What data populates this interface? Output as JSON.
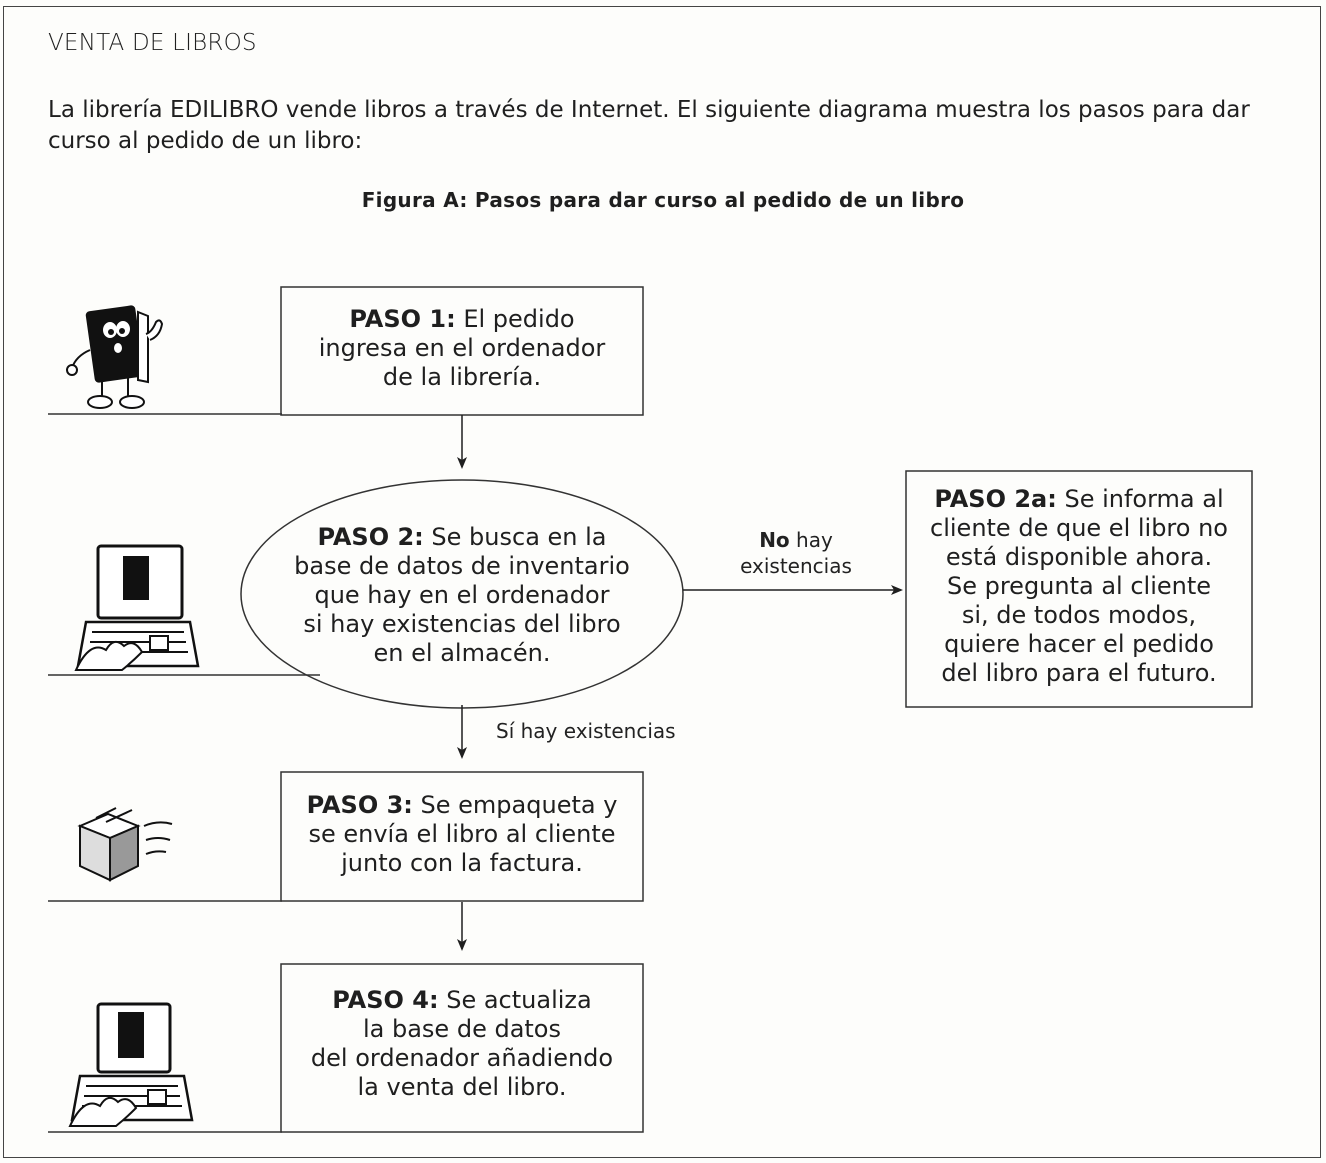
{
  "section_title": "VENTA DE LIBROS",
  "intro": "La librería EDILIBRO vende libros a través de Internet. El siguiente diagrama muestra los pasos para dar curso al pedido de un libro:",
  "figure_title": "Figura A: Pasos para dar curso al pedido de un libro",
  "steps": {
    "step1": {
      "label": "PASO 1:",
      "line1": "El pedido",
      "line2": "ingresa en el ordenador",
      "line3": "de la librería."
    },
    "step2": {
      "label": "PASO 2:",
      "line1": "Se busca en la",
      "line2": "base de datos de inventario",
      "line3": "que hay en el ordenador",
      "line4": "si hay existencias del libro",
      "line5": "en el almacén."
    },
    "step2a": {
      "label": "PASO 2a:",
      "line1": "Se informa al",
      "line2": "cliente de que el libro no",
      "line3": "está disponible ahora.",
      "line4": "Se pregunta al cliente",
      "line5": "si, de todos modos,",
      "line6": "quiere  hacer el pedido",
      "line7": "del libro para el futuro."
    },
    "step3": {
      "label": "PASO 3:",
      "line1": "Se empaqueta y",
      "line2": "se envía el libro al cliente",
      "line3": "junto con la factura."
    },
    "step4": {
      "label": "PASO 4:",
      "line1": "Se actualiza",
      "line2": "la base de datos",
      "line3": "del ordenador añadiendo",
      "line4": "la venta del libro."
    }
  },
  "branches": {
    "no_bold": "No",
    "no_rest": "hay",
    "no_line2": "existencias",
    "yes": "Sí hay existencias"
  },
  "icons": [
    "book-mascot-icon",
    "computer-icon",
    "package-icon",
    "computer-icon"
  ]
}
